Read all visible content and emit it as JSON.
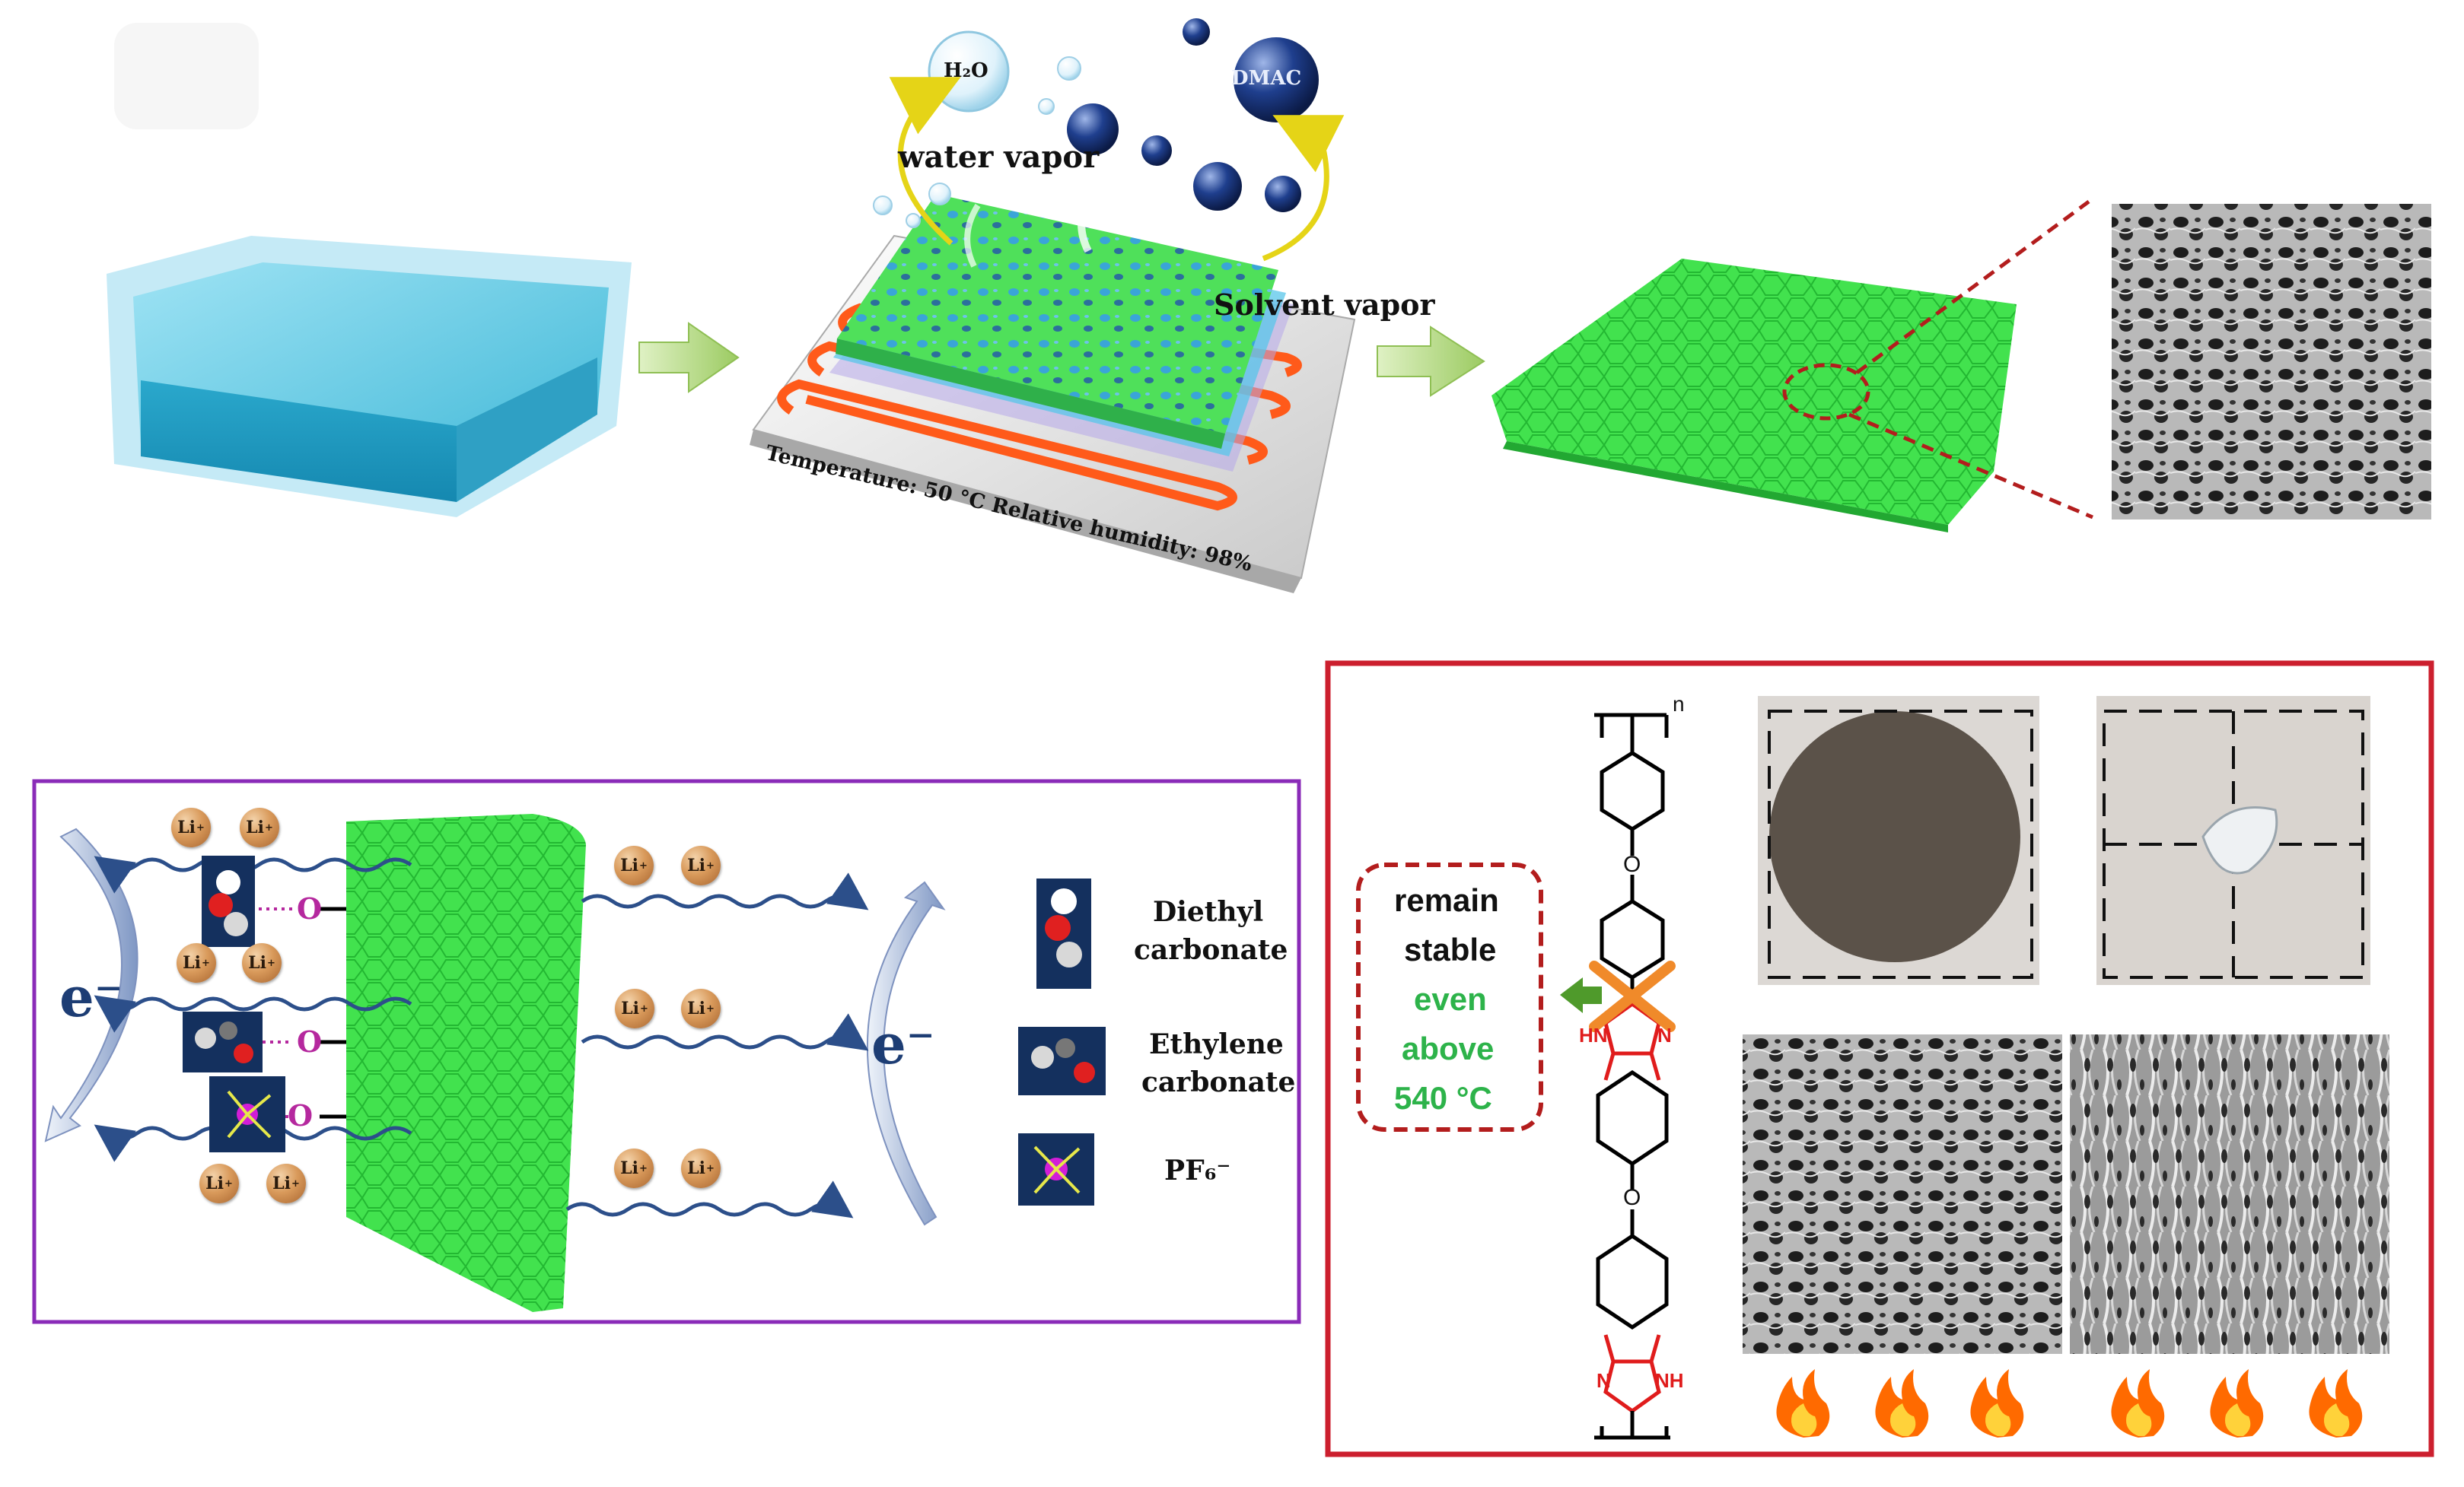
{
  "process": {
    "h2o": "H₂O",
    "dmac": "DMAC",
    "water_vapor": "water vapor",
    "solvent_vapor": "Solvent vapor",
    "conditions": "Temperature:  50 °C  Relative humidity: 98%"
  },
  "battery": {
    "li_label": "Li",
    "li_charge": "+",
    "electron_left": "e⁻",
    "electron_right": "e⁻",
    "oxygen": "O",
    "legend": {
      "dec_line1": "Diethyl",
      "dec_line2": "carbonate",
      "ec_line1": "Ethylene",
      "ec_line2": "carbonate",
      "pf6": "PF₆⁻"
    }
  },
  "thermal": {
    "remain_line1": "remain",
    "remain_line2": "stable",
    "remain_line3": "even",
    "remain_line4": "above",
    "remain_line5": "540 °C",
    "repeat_n": "n",
    "ether_o1": "O",
    "ether_o2": "O",
    "imid_top_left": "HN",
    "imid_top_right": "N",
    "imid_bot_left": "N",
    "imid_bot_right": "NH"
  },
  "colors": {
    "green_membrane": "#3ee04a",
    "gel_blue": "#2fb4d4",
    "purple_frame": "#8a2bb8",
    "red_frame": "#cc1f2e",
    "dashed_red": "#b31d1d",
    "heater_orange": "#ff5a1a"
  }
}
